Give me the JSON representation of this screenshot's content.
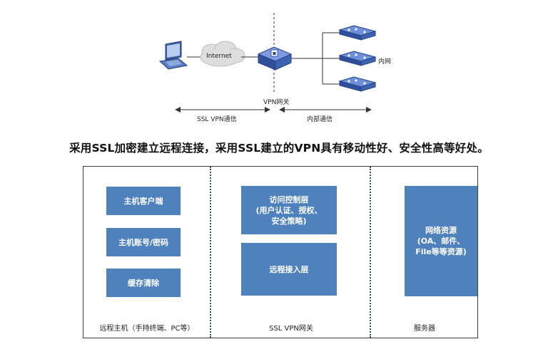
{
  "topology": {
    "internet_label": "Internet",
    "gateway_label": "VPN网关",
    "intranet_label": "内网",
    "ssl_arrow_label": "SSL VPN通信",
    "internal_arrow_label": "内部通信"
  },
  "headline": "采用SSL加密建立远程连接，采用SSL建立的VPN具有移动性好、安全性高等好处。",
  "architecture": {
    "client": {
      "boxes": [
        "主机客户端",
        "主机账号/密码",
        "缓存清除"
      ],
      "footer": "远程主机（手持终端、PC等）"
    },
    "gateway": {
      "boxes": [
        "访问控制层\n(用户认证、授权、\n安全策略)",
        "远程接入层"
      ],
      "footer": "SSL VPN网关"
    },
    "server": {
      "boxes": [
        "网络资源\n(OA、邮件、\nFile等等资源)"
      ],
      "footer": "服务器"
    }
  },
  "colors": {
    "box_fill": "#4f81bd",
    "device_blue": "#3f64b4",
    "separator": "#2f4f6f"
  }
}
